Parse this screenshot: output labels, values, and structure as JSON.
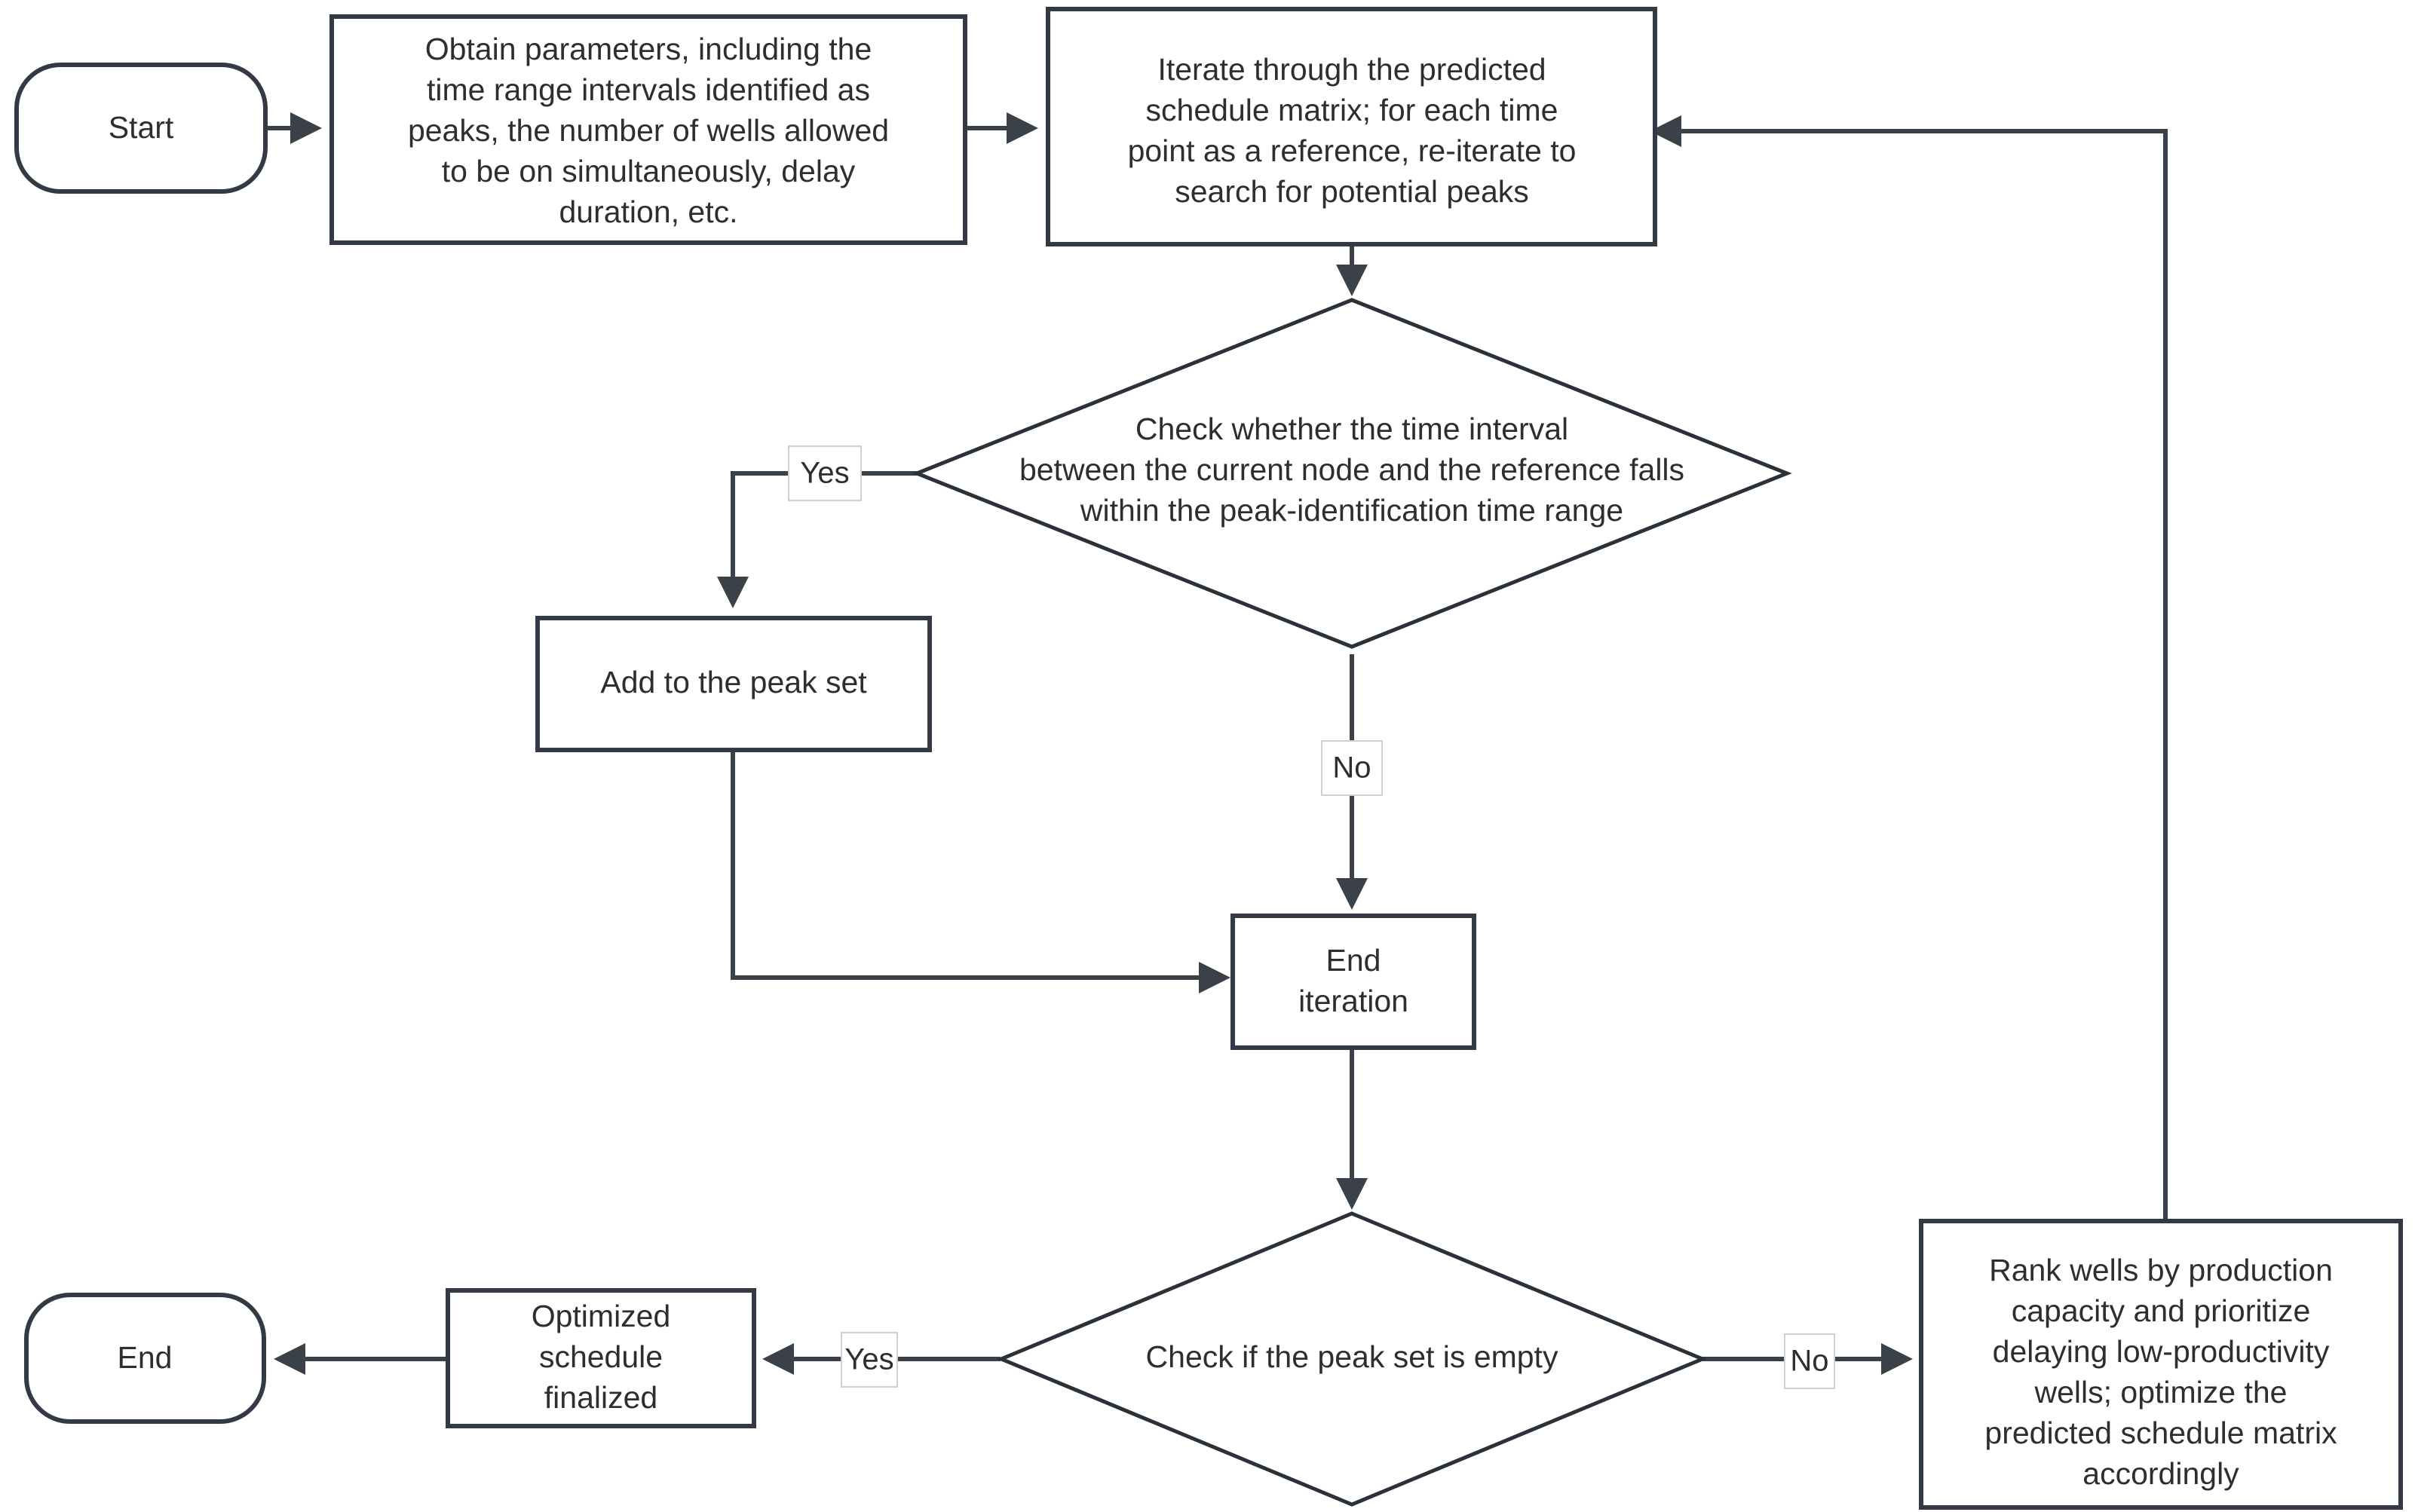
{
  "diagram": {
    "type": "flowchart",
    "background_color": "#ffffff",
    "shape_stroke_color": "#333a45",
    "connector_color": "#3b4148",
    "text_color": "#2e2e2e",
    "nodes": [
      {
        "id": "start",
        "shape": "terminator",
        "label": "Start"
      },
      {
        "id": "obtain_params",
        "shape": "process",
        "label": "Obtain parameters, including the time range intervals identified as peaks, the number of wells allowed to be on simultaneously, delay duration, etc.",
        "lines": [
          "Obtain parameters, including the",
          "time range intervals identified as",
          "peaks, the number of wells allowed",
          "to be on simultaneously, delay",
          "duration, etc."
        ]
      },
      {
        "id": "iterate_matrix",
        "shape": "process",
        "label": "Iterate through the predicted schedule matrix; for each time point as a reference, re-iterate to search for potential peaks",
        "lines": [
          "Iterate through the predicted",
          "schedule matrix; for each time",
          "point as a reference, re-iterate to",
          "search for potential peaks"
        ]
      },
      {
        "id": "check_interval",
        "shape": "decision",
        "label": "Check whether the time interval between the current node and the reference falls within the peak-identification time range",
        "lines": [
          "Check whether the time interval",
          "between the current node and the reference falls",
          "within the peak-identification time range"
        ]
      },
      {
        "id": "add_peak_set",
        "shape": "process",
        "label": "Add to the peak set",
        "lines": [
          "Add to the peak set"
        ]
      },
      {
        "id": "end_iteration",
        "shape": "process",
        "label": "End iteration",
        "lines": [
          "End",
          "iteration"
        ]
      },
      {
        "id": "check_empty",
        "shape": "decision",
        "label": "Check if the peak set is empty",
        "lines": [
          "Check if the peak set is empty"
        ]
      },
      {
        "id": "rank_wells",
        "shape": "process",
        "label": "Rank wells by production capacity and prioritize delaying low-productivity wells; optimize the predicted schedule matrix accordingly",
        "lines": [
          "Rank wells by production",
          "capacity and prioritize",
          "delaying low-productivity",
          "wells; optimize the",
          "predicted schedule matrix",
          "accordingly"
        ]
      },
      {
        "id": "optimized",
        "shape": "process",
        "label": "Optimized schedule finalized",
        "lines": [
          "Optimized",
          "schedule",
          "finalized"
        ]
      },
      {
        "id": "end",
        "shape": "terminator",
        "label": "End"
      }
    ],
    "edges": [
      {
        "from": "start",
        "to": "obtain_params",
        "label": ""
      },
      {
        "from": "obtain_params",
        "to": "iterate_matrix",
        "label": ""
      },
      {
        "from": "iterate_matrix",
        "to": "check_interval",
        "label": ""
      },
      {
        "from": "check_interval",
        "to": "add_peak_set",
        "label": "Yes"
      },
      {
        "from": "check_interval",
        "to": "end_iteration",
        "label": "No"
      },
      {
        "from": "add_peak_set",
        "to": "end_iteration",
        "label": ""
      },
      {
        "from": "end_iteration",
        "to": "check_empty",
        "label": ""
      },
      {
        "from": "check_empty",
        "to": "optimized",
        "label": "Yes"
      },
      {
        "from": "check_empty",
        "to": "rank_wells",
        "label": "No"
      },
      {
        "from": "optimized",
        "to": "end",
        "label": ""
      },
      {
        "from": "rank_wells",
        "to": "iterate_matrix",
        "label": ""
      }
    ],
    "edge_labels": {
      "yes_upper": "Yes",
      "no_upper": "No",
      "yes_lower": "Yes",
      "no_lower": "No"
    }
  }
}
